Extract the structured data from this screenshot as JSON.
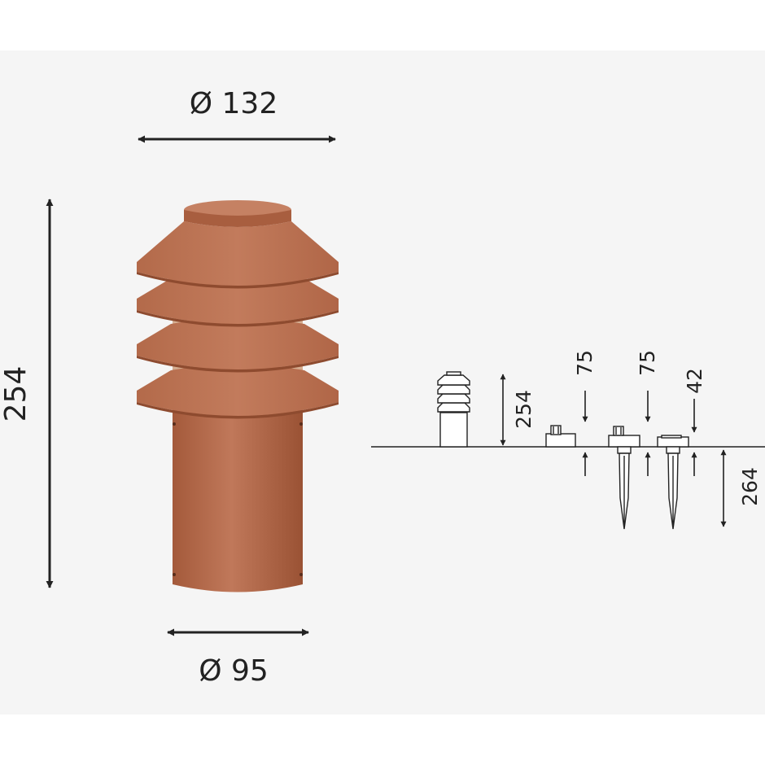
{
  "dimensions": {
    "top_diameter": "Ø 132",
    "bottom_diameter": "Ø 95",
    "height": "254"
  },
  "install_options": {
    "surface_height": "254",
    "base_a_height": "75",
    "base_b_height": "75",
    "base_c_height": "42",
    "spike_depth": "264"
  },
  "colors": {
    "background": "#f5f5f5",
    "copper": "#b86d4c",
    "line": "#222222"
  }
}
